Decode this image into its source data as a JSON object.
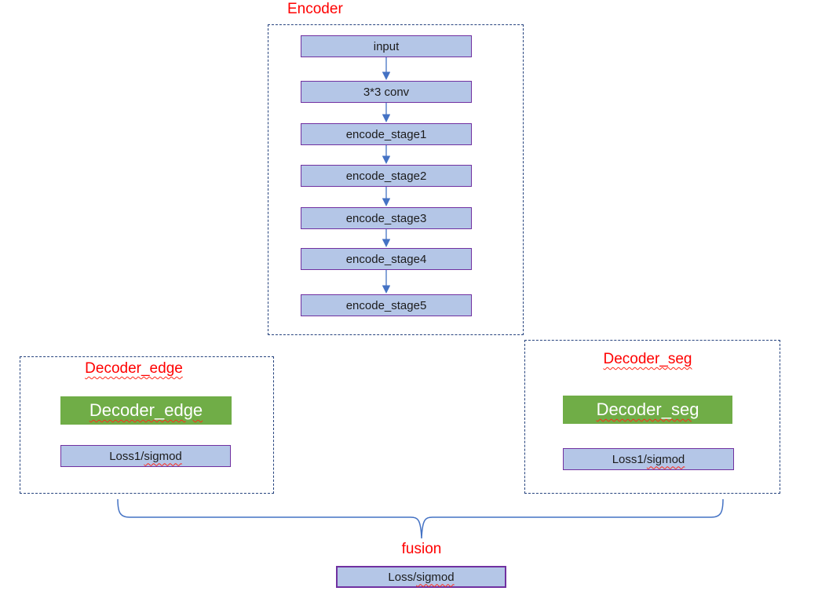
{
  "encoder": {
    "title": "Encoder",
    "stages": [
      "input",
      "3*3 conv",
      "encode_stage1",
      "encode_stage2",
      "encode_stage3",
      "encode_stage4",
      "encode_stage5"
    ]
  },
  "decoder_edge": {
    "title": "Decoder_edge",
    "block_label": "Decoder_edge",
    "loss": {
      "prefix": "Loss1/",
      "word": "sigmod"
    }
  },
  "decoder_seg": {
    "title": "Decoder_seg",
    "block_label": "Decoder_seg",
    "loss": {
      "prefix": "Loss1/",
      "word": "sigmod"
    }
  },
  "fusion": {
    "title": "fusion",
    "loss": {
      "prefix": "Loss/",
      "word": "sigmod"
    }
  },
  "colors": {
    "node_fill": "#b4c6e7",
    "node_border": "#7030a0",
    "green_fill": "#70ad47",
    "title_red": "#ff0000",
    "connector_blue": "#4472c4",
    "group_border": "#26437e"
  }
}
